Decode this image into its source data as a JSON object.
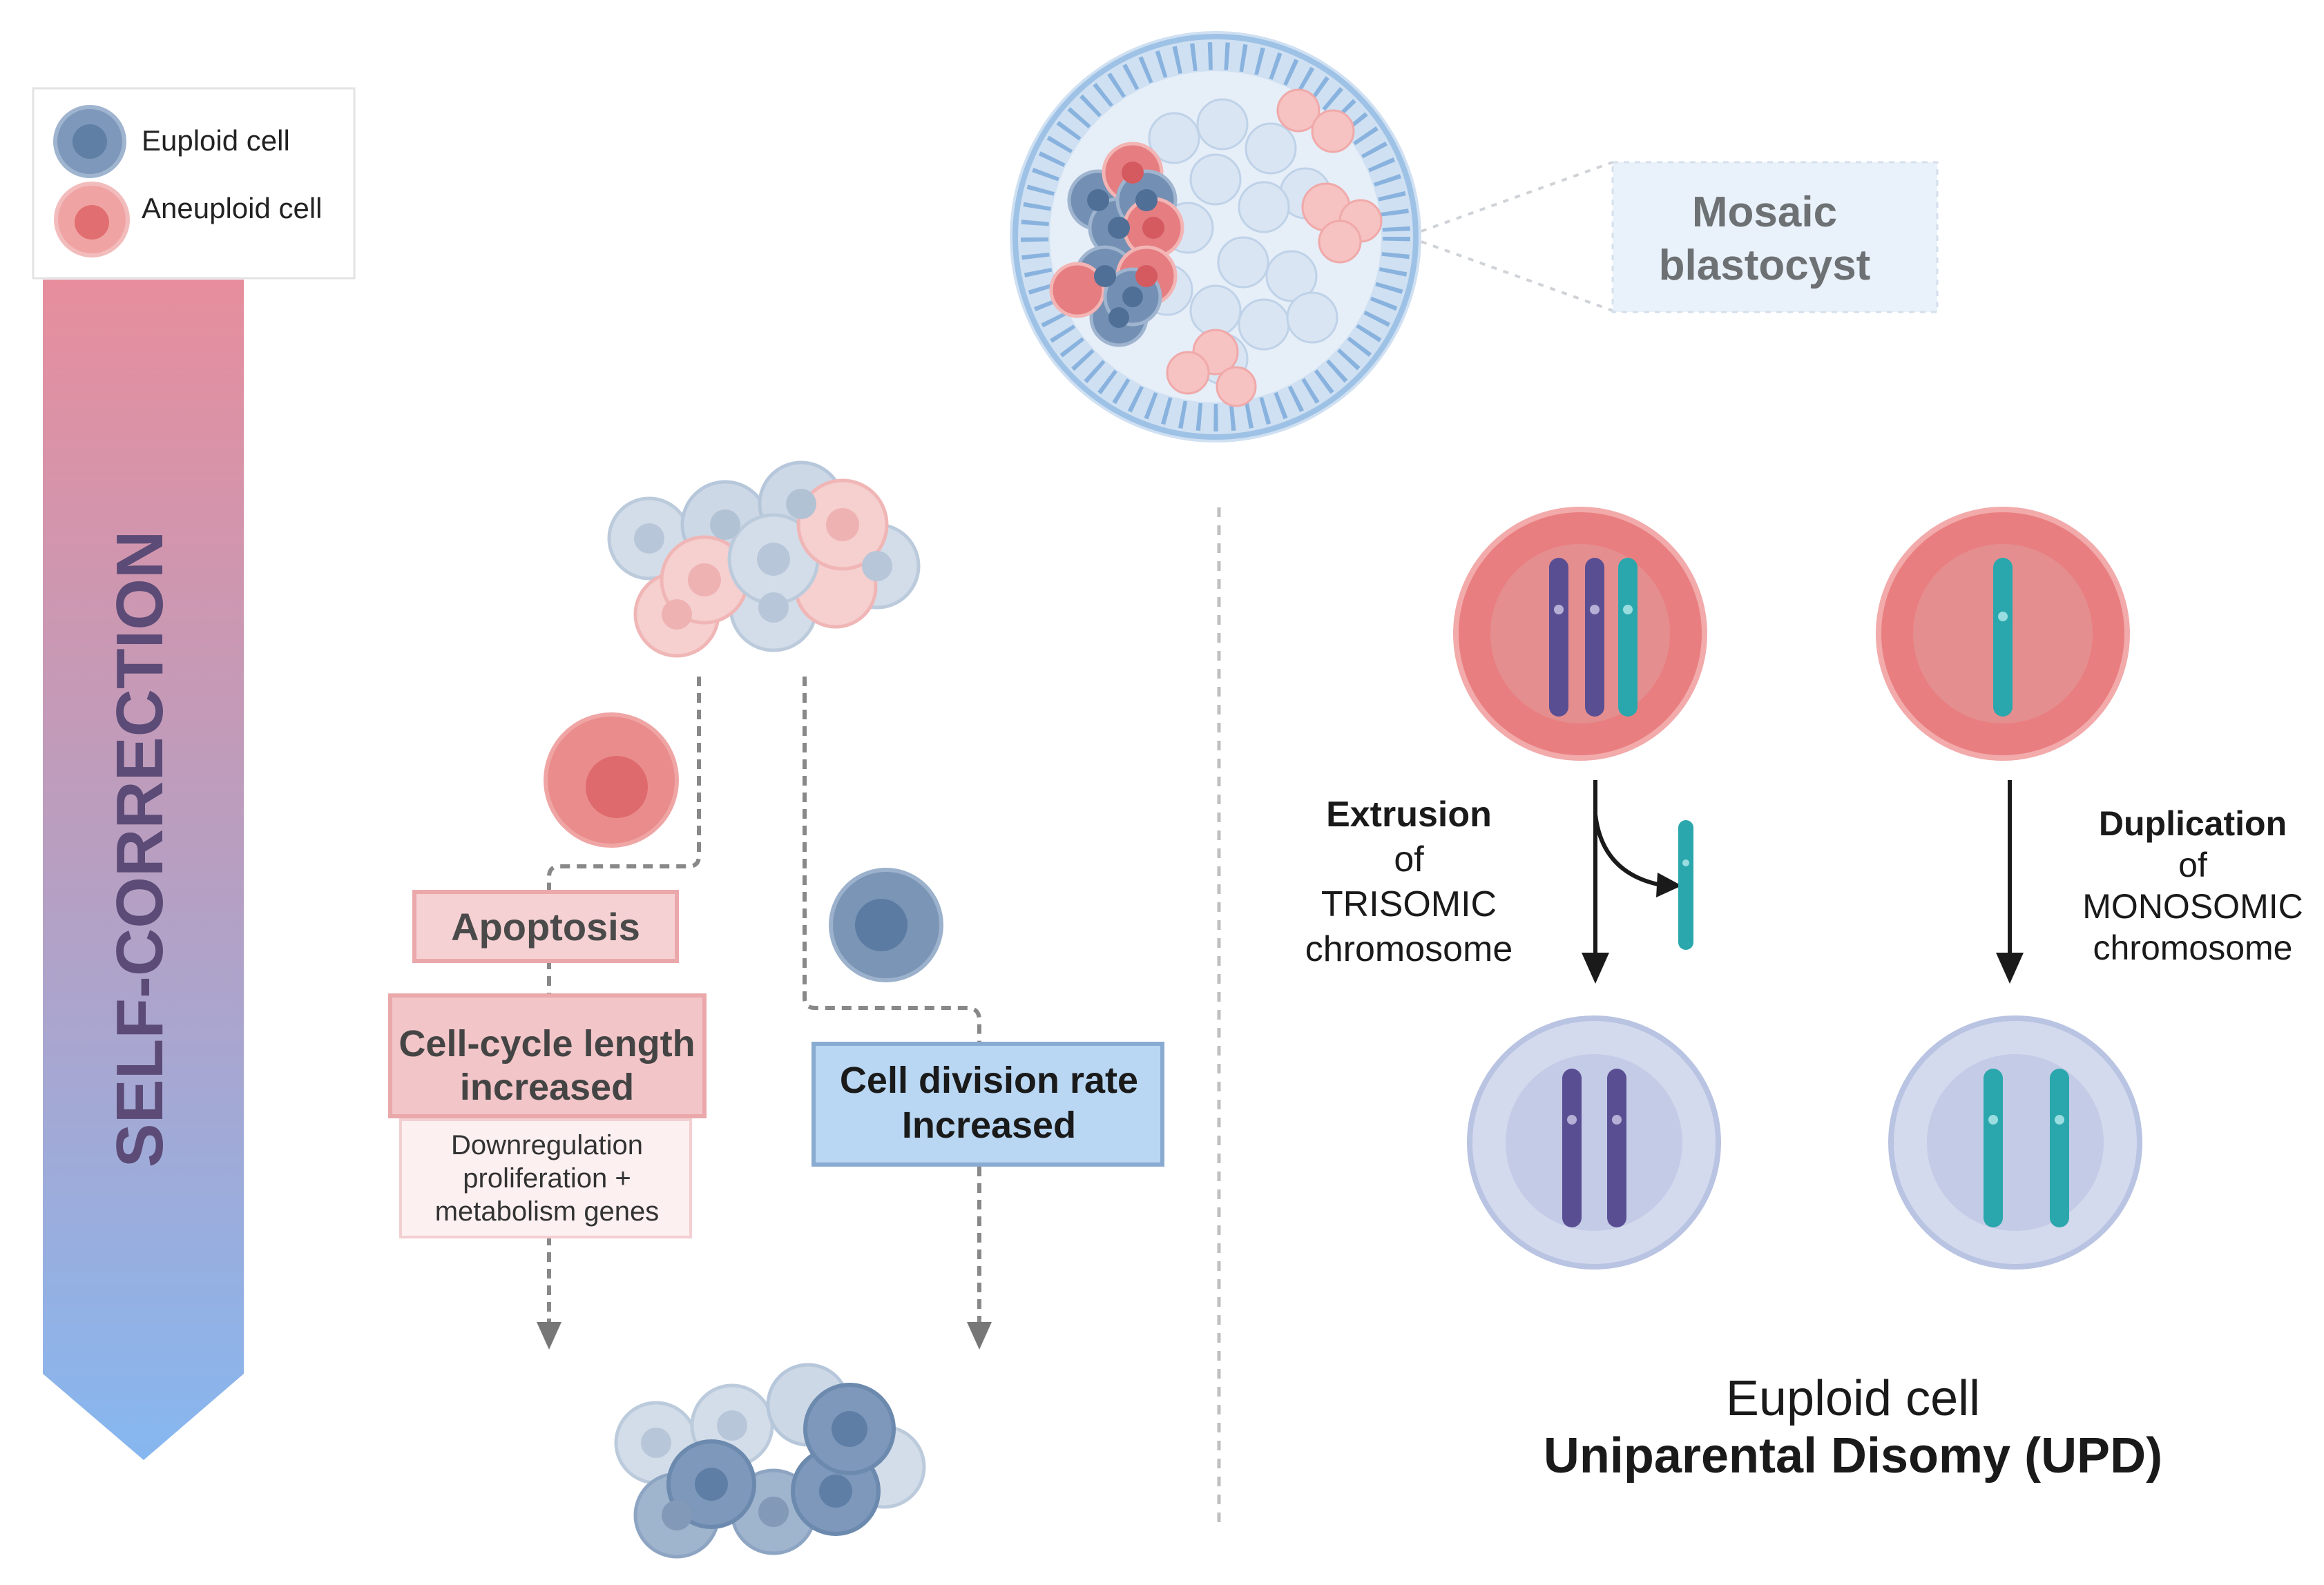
{
  "legend": {
    "euploid_label": "Euploid cell",
    "aneuploid_label": "Aneuploid cell"
  },
  "self_correction": {
    "label": "SELF-CORRECTION"
  },
  "mosaic": {
    "label_line1": "Mosaic",
    "label_line2": "blastocyst"
  },
  "left_pathway": {
    "apoptosis": "Apoptosis",
    "cell_cycle_line1": "Cell-cycle length",
    "cell_cycle_line2": "increased",
    "downreg_line1": "Downregulation",
    "downreg_line2": "proliferation +",
    "downreg_line3": "metabolism genes",
    "division_line1": "Cell division rate",
    "division_line2": "Increased"
  },
  "right_pathway": {
    "extrusion_line1": "Extrusion",
    "extrusion_line2": "of",
    "extrusion_line3": "TRISOMIC",
    "extrusion_line4": "chromosome",
    "duplication_line1": "Duplication",
    "duplication_line2": "of",
    "duplication_line3": "MONOSOMIC",
    "duplication_line4": "chromosome",
    "result_line1": "Euploid cell",
    "result_line2": "Uniparental Disomy (UPD)"
  },
  "colors": {
    "euploid_fill": "#6d8fb3",
    "aneuploid_fill": "#e8868a",
    "purple_chromosome": "#5a4e93",
    "teal_chromosome": "#2aa7ad",
    "arrow_top": "#e88c9a",
    "arrow_bottom": "#84b8ee"
  }
}
